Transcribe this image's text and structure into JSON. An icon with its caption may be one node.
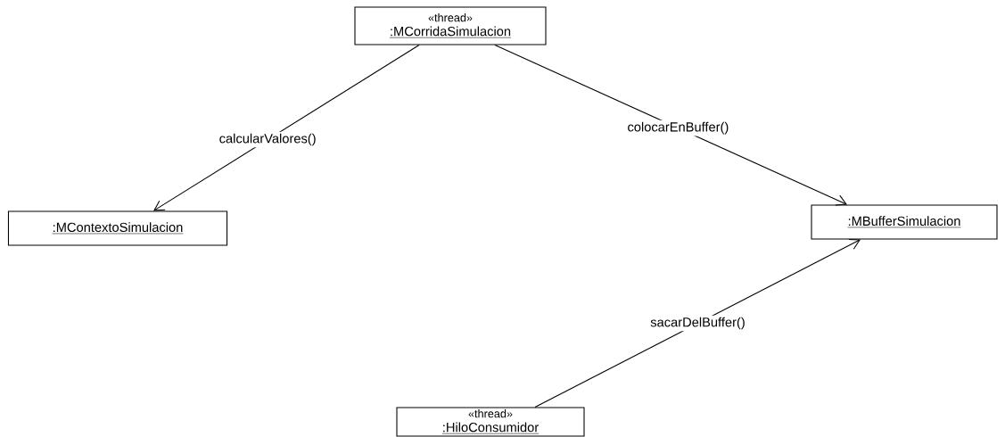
{
  "diagram": {
    "nodes": [
      {
        "text": [
          "«thread»",
          ":MCorridaSimulacion"
        ]
      },
      {
        "text": [
          ":MContextoSimulacion"
        ]
      },
      {
        "text": [
          ":MBufferSimulacion"
        ]
      },
      {
        "text": [
          "«thread»",
          ":HiloConsumidor"
        ]
      }
    ],
    "edges": [
      {
        "from": 0,
        "to": 1,
        "arrow": "to",
        "label": "calcularValores()"
      },
      {
        "from": 0,
        "to": 2,
        "arrow": "to",
        "label": "colocarEnBuffer()"
      },
      {
        "from": 3,
        "to": 2,
        "arrow": "to",
        "label": "sacarDelBuffer()"
      }
    ]
  }
}
